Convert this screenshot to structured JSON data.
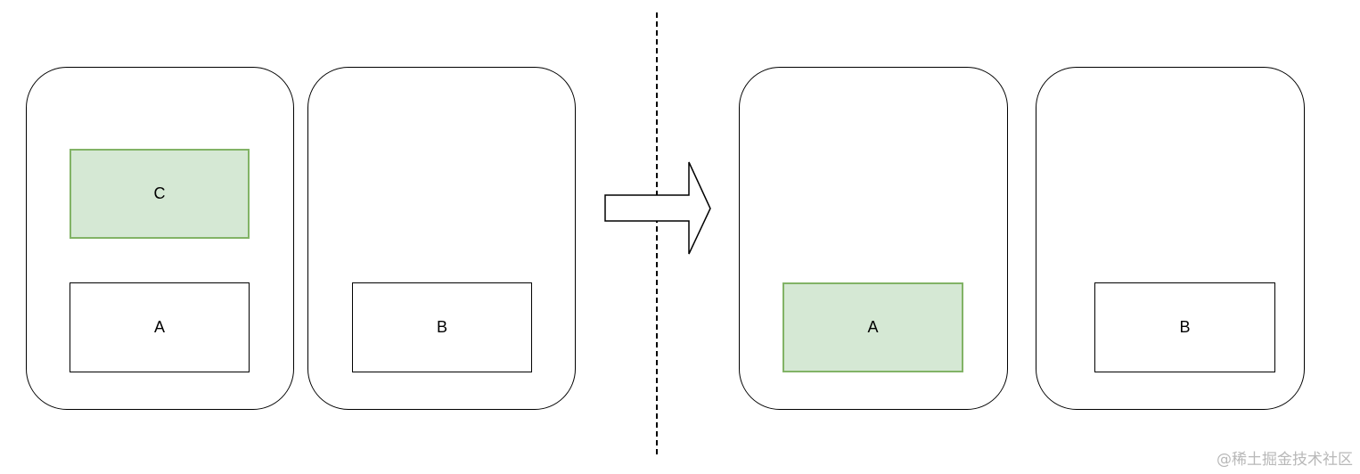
{
  "before": {
    "top_box_label": "C",
    "left_bottom_box_label": "A",
    "right_box_label": "B"
  },
  "after": {
    "left_box_label": "A",
    "right_box_label": "B"
  },
  "watermark": "@稀土掘金技术社区",
  "colors": {
    "highlight_fill": "#d5e8d4",
    "highlight_border": "#82b366",
    "stroke": "#000000"
  },
  "icons": {
    "transition": "right-arrow-icon"
  }
}
